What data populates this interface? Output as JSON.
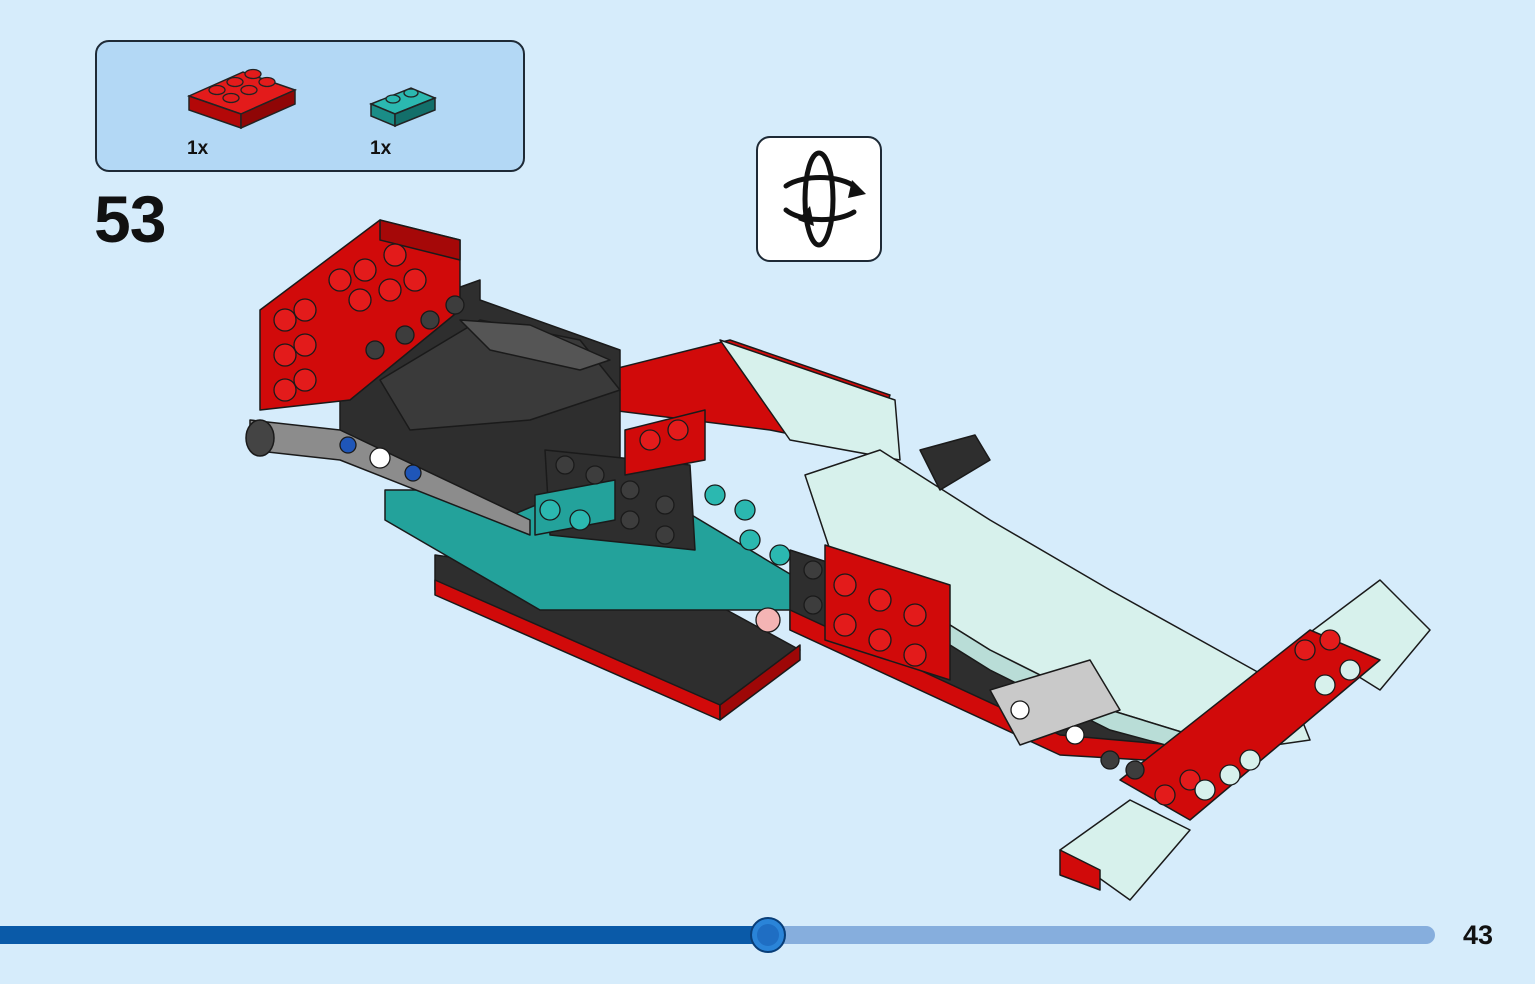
{
  "parts": [
    {
      "name": "red-plate-2x3",
      "color": "#d10a0a",
      "quantity": "1x"
    },
    {
      "name": "teal-plate-1x2",
      "color": "#23a29b",
      "quantity": "1x"
    }
  ],
  "step": {
    "number": "53"
  },
  "rotate": {
    "icon": "rotate-model-icon"
  },
  "progress": {
    "fraction": 0.535
  },
  "page": {
    "number": "43"
  },
  "colors": {
    "background": "#d6ecfb",
    "parts_box": "#b3d8f5",
    "red": "#d10a0a",
    "teal": "#23a29b",
    "light_aqua": "#d7f1ec",
    "dark_grey": "#2e2e2e",
    "progress_fill": "#0a5aa8",
    "progress_track": "#86aedd"
  }
}
